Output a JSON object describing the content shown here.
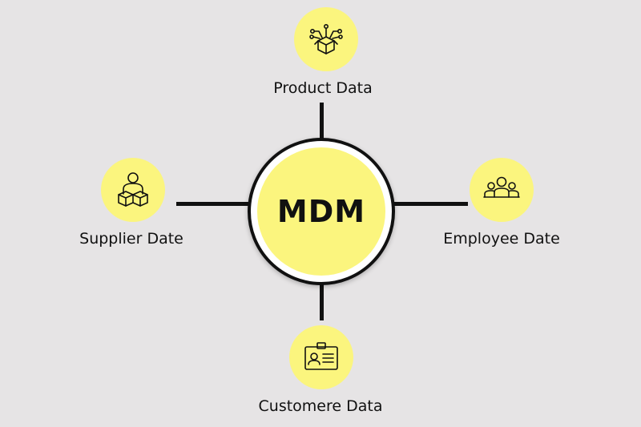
{
  "diagram": {
    "center": {
      "label": "MDM"
    },
    "nodes": {
      "top": {
        "label": "Product Data",
        "icon": "box-network-icon"
      },
      "left": {
        "label": "Supplier Date",
        "icon": "person-boxes-icon"
      },
      "right": {
        "label": "Employee Date",
        "icon": "team-icon"
      },
      "bottom": {
        "label": "Customere Data",
        "icon": "id-card-icon"
      }
    }
  },
  "colors": {
    "background": "#e6e4e5",
    "node_fill": "#fbf57e",
    "stroke": "#111111"
  }
}
